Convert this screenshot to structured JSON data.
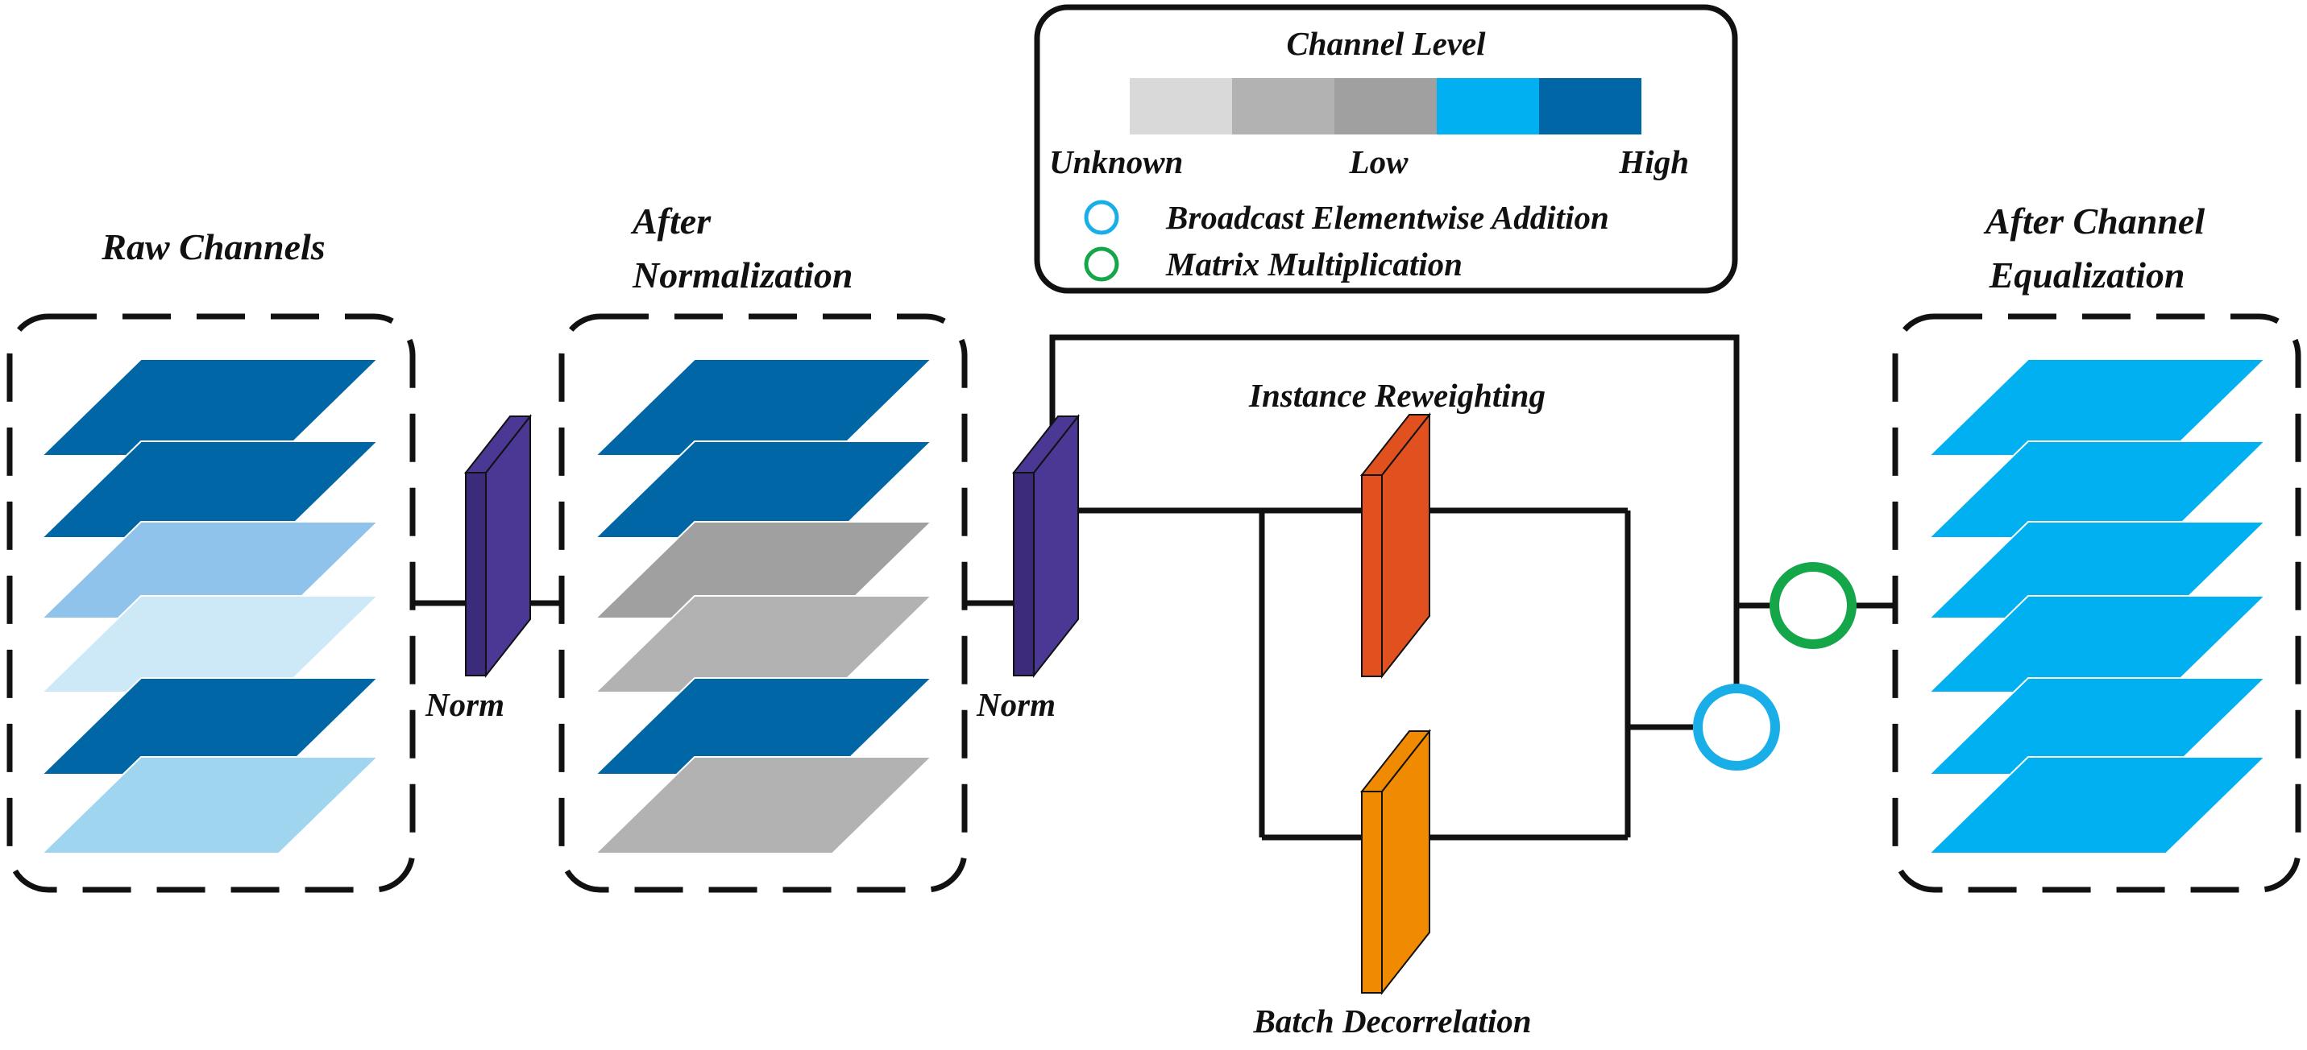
{
  "colors": {
    "unknown": "#d9d9d9",
    "low_1": "#b2b2b2",
    "low_2": "#a0a0a0",
    "high_1": "#00b0f0",
    "high_2": "#0066a6",
    "light_blue_1": "#8fc3eb",
    "light_blue_2": "#cde8f6",
    "light_blue_3": "#9fd5ee",
    "norm_front": "#3c2b7a",
    "norm_side": "#4b3894",
    "reweight_front": "#e1501f",
    "decorr_front": "#f08a00",
    "addition": "#1aaee8",
    "multiplication": "#16a64a",
    "line": "#111111"
  },
  "legend": {
    "title": "Channel Level",
    "scale_colors": [
      "unknown",
      "low_1",
      "low_2",
      "high_1",
      "high_2"
    ],
    "label_unknown": "Unknown",
    "label_low": "Low",
    "label_high": "High",
    "addition_label": "Broadcast Elementwise Addition",
    "multiplication_label": "Matrix Multiplication"
  },
  "groups": {
    "raw": {
      "title": "Raw Channels",
      "layers": [
        "high_2",
        "high_2",
        "light_blue_1",
        "light_blue_2",
        "high_2",
        "light_blue_3"
      ]
    },
    "normalized": {
      "title_line1": "After",
      "title_line2": "Normalization",
      "layers": [
        "high_2",
        "high_2",
        "low_2",
        "low_1",
        "high_2",
        "low_1"
      ]
    },
    "equalized": {
      "title_line1": "After Channel",
      "title_line2": "Equalization",
      "layers": [
        "high_1",
        "high_1",
        "high_1",
        "high_1",
        "high_1",
        "high_1"
      ]
    }
  },
  "blocks": {
    "norm_1": "Norm",
    "norm_2": "Norm",
    "instance_reweighting": "Instance Reweighting",
    "batch_decorrelation": "Batch Decorrelation"
  }
}
